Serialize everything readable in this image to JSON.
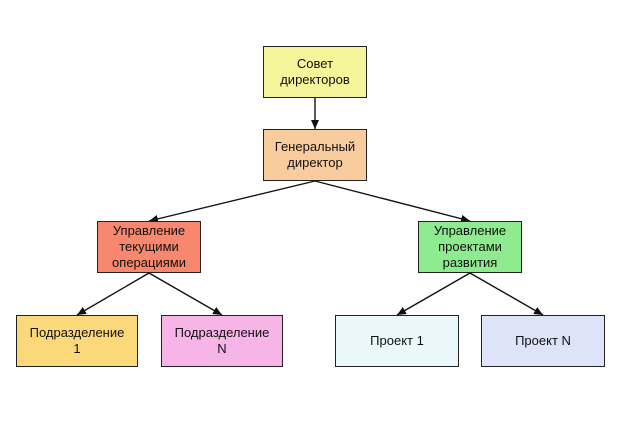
{
  "nodes": {
    "board": {
      "label": "Совет\nдиректоров",
      "color": "#F4F59B"
    },
    "ceo": {
      "label": "Генеральный\nдиректор",
      "color": "#F9CC9D"
    },
    "ops": {
      "label": "Управление\nтекущими\nоперациями",
      "color": "#F7876D"
    },
    "dev": {
      "label": "Управление\nпроектами\nразвития",
      "color": "#8FEB8F"
    },
    "div1": {
      "label": "Подразделение\n1",
      "color": "#FBD97A"
    },
    "divN": {
      "label": "Подразделение\nN",
      "color": "#F7B4E6"
    },
    "prj1": {
      "label": "Проект 1",
      "color": "#EAF8FC"
    },
    "prjN": {
      "label": "Проект N",
      "color": "#DDE4FA"
    }
  },
  "edges": [
    {
      "from": "board",
      "to": "ceo"
    },
    {
      "from": "ceo",
      "to": "ops"
    },
    {
      "from": "ceo",
      "to": "dev"
    },
    {
      "from": "ops",
      "to": "div1"
    },
    {
      "from": "ops",
      "to": "divN"
    },
    {
      "from": "dev",
      "to": "prj1"
    },
    {
      "from": "dev",
      "to": "prjN"
    }
  ]
}
